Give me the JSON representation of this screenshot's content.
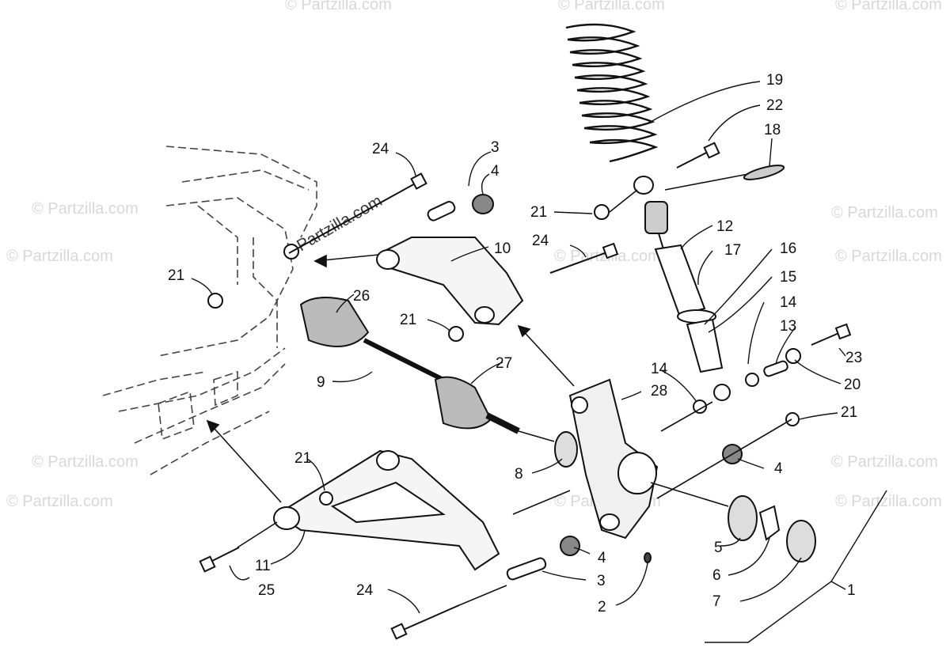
{
  "watermarks": {
    "brand": "© Partzilla.com",
    "center_brand": "Partzilla.com"
  },
  "callouts": [
    {
      "id": "c19",
      "text": "19"
    },
    {
      "id": "c22",
      "text": "22"
    },
    {
      "id": "c18",
      "text": "18"
    },
    {
      "id": "c24a",
      "text": "24"
    },
    {
      "id": "c3a",
      "text": "3"
    },
    {
      "id": "c4a",
      "text": "4"
    },
    {
      "id": "c21a",
      "text": "21"
    },
    {
      "id": "c10",
      "text": "10"
    },
    {
      "id": "c24b",
      "text": "24"
    },
    {
      "id": "c21b",
      "text": "21"
    },
    {
      "id": "c12",
      "text": "12"
    },
    {
      "id": "c17",
      "text": "17"
    },
    {
      "id": "c16",
      "text": "16"
    },
    {
      "id": "c15",
      "text": "15"
    },
    {
      "id": "c21c",
      "text": "21"
    },
    {
      "id": "c26",
      "text": "26"
    },
    {
      "id": "c14a",
      "text": "14"
    },
    {
      "id": "c13",
      "text": "13"
    },
    {
      "id": "c23",
      "text": "23"
    },
    {
      "id": "c20",
      "text": "20"
    },
    {
      "id": "c27",
      "text": "27"
    },
    {
      "id": "c9",
      "text": "9"
    },
    {
      "id": "c21d",
      "text": "21"
    },
    {
      "id": "c14b",
      "text": "14"
    },
    {
      "id": "c28",
      "text": "28"
    },
    {
      "id": "c21e",
      "text": "21"
    },
    {
      "id": "c4b",
      "text": "4"
    },
    {
      "id": "c8",
      "text": "8"
    },
    {
      "id": "c5",
      "text": "5"
    },
    {
      "id": "c6",
      "text": "6"
    },
    {
      "id": "c11",
      "text": "11"
    },
    {
      "id": "c4c",
      "text": "4"
    },
    {
      "id": "c25",
      "text": "25"
    },
    {
      "id": "c3b",
      "text": "3"
    },
    {
      "id": "c24c",
      "text": "24"
    },
    {
      "id": "c2",
      "text": "2"
    },
    {
      "id": "c7",
      "text": "7"
    },
    {
      "id": "c1",
      "text": "1"
    }
  ]
}
